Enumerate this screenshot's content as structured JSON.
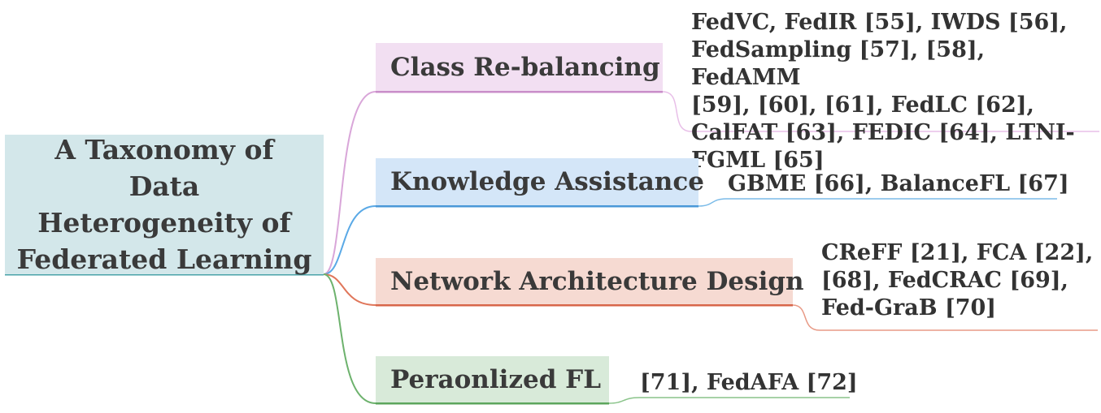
{
  "root": {
    "lines": [
      "A Taxonomy of Data",
      "Heterogeneity of",
      "Federated Learning"
    ]
  },
  "branches": [
    {
      "label": "Class Re-balancing",
      "color": "#d9a6d9",
      "fill": "#f2dff2",
      "leaf": {
        "lines": [
          "FedVC, FedIR [55], IWDS [56],",
          "FedSampling [57], [58], FedAMM",
          "[59], [60], [61], FedLC [62],",
          "CalFAT [63], FEDIC [64], LTNI-",
          "FGML [65]"
        ]
      }
    },
    {
      "label": "Knowledge Assistance",
      "color": "#5aa9e6",
      "fill": "#d4e6f8",
      "leaf": {
        "lines": [
          "GBME [66], BalanceFL [67]"
        ]
      }
    },
    {
      "label": "Network Architecture Design",
      "color": "#e0765a",
      "fill": "#f6dad2",
      "leaf": {
        "lines": [
          "CReFF [21], FCA [22],",
          "[68], FedCRAC [69],",
          "Fed-GraB [70]"
        ]
      }
    },
    {
      "label": "Peraonlized FL",
      "color": "#6db26d",
      "fill": "#d8ead9",
      "leaf": {
        "lines": [
          "[71], FedAFA [72]"
        ]
      }
    }
  ]
}
